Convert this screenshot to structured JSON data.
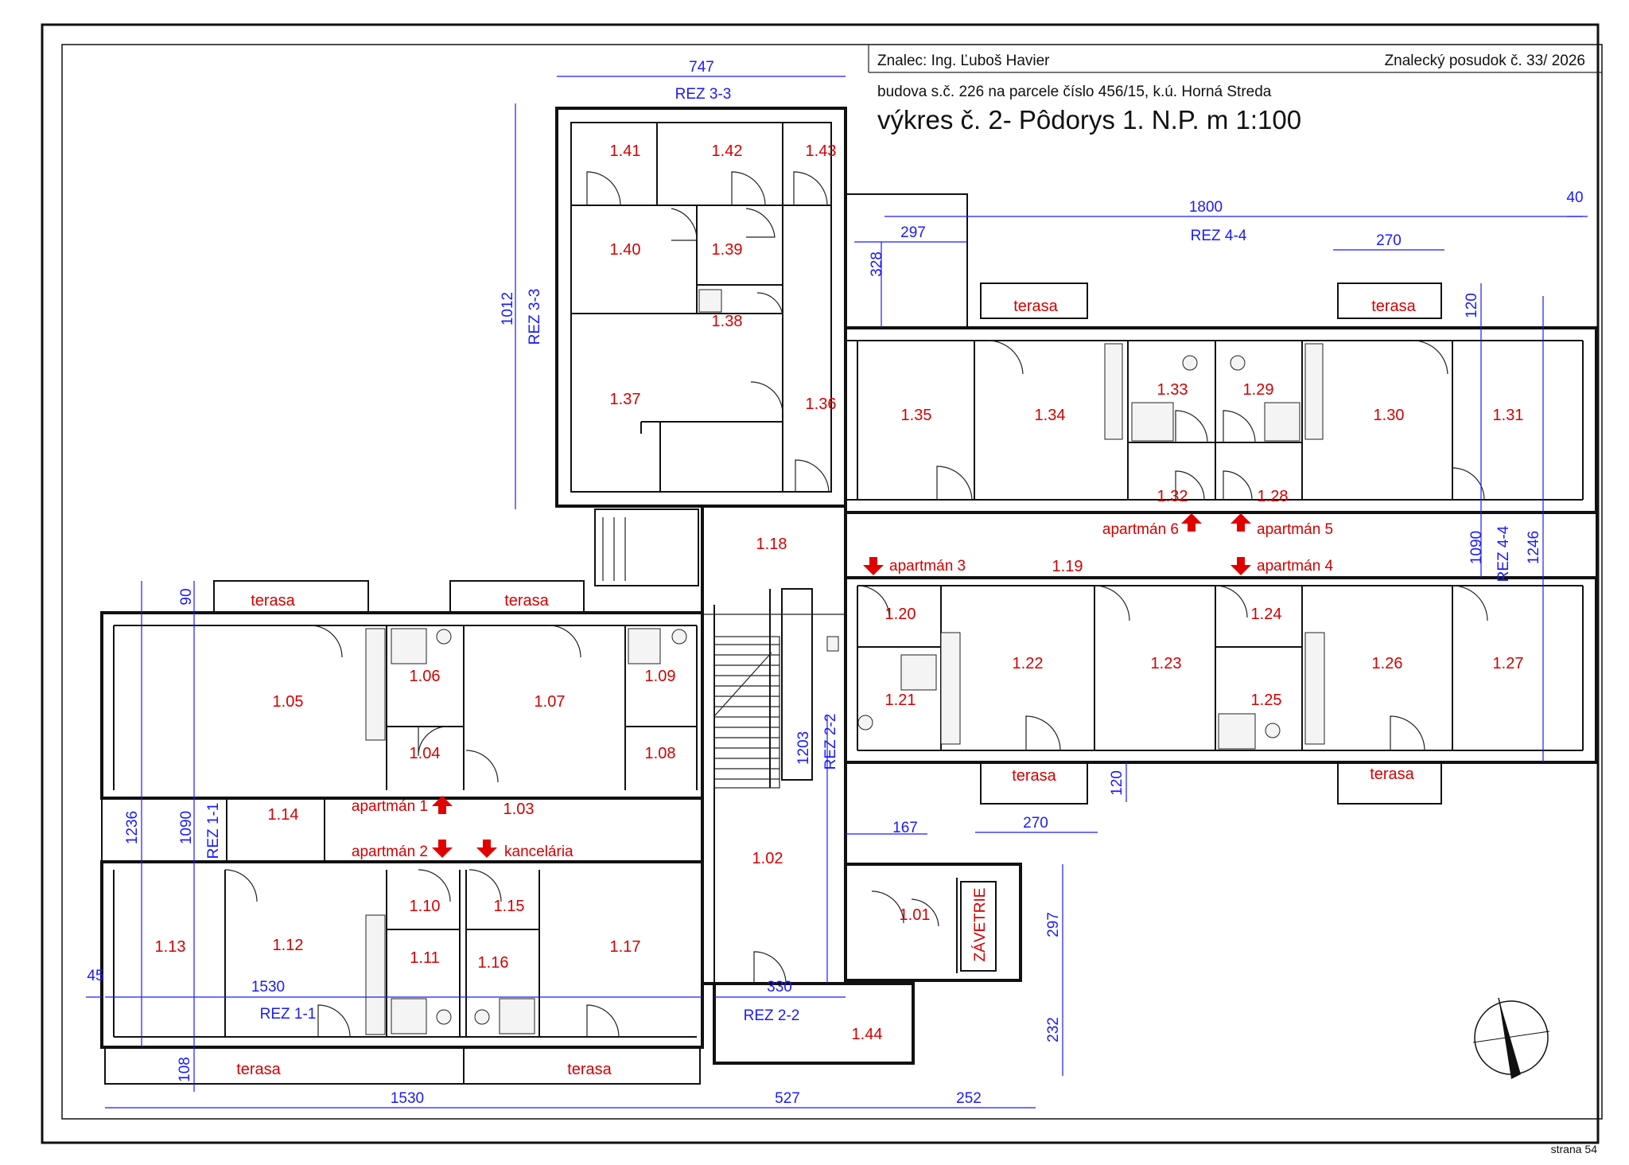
{
  "header": {
    "expert": "Znalec:  Ing. Ľuboš  Havier",
    "report": "Znalecký posudok č. 33/ 2026",
    "building": "budova s.č. 226 na parcele číslo 456/15, k.ú. Horná Streda",
    "drawing_title": "výkres č. 2- Pôdorys 1. N.P.  m 1:100"
  },
  "page_number": "strana 54",
  "rooms": [
    "1.01",
    "1.02",
    "1.03",
    "1.04",
    "1.05",
    "1.06",
    "1.07",
    "1.08",
    "1.09",
    "1.10",
    "1.11",
    "1.12",
    "1.13",
    "1.14",
    "1.15",
    "1.16",
    "1.17",
    "1.18",
    "1.19",
    "1.20",
    "1.21",
    "1.22",
    "1.23",
    "1.24",
    "1.25",
    "1.26",
    "1.27",
    "1.28",
    "1.29",
    "1.30",
    "1.31",
    "1.32",
    "1.33",
    "1.34",
    "1.35",
    "1.36",
    "1.37",
    "1.38",
    "1.39",
    "1.40",
    "1.41",
    "1.42",
    "1.43",
    "1.44"
  ],
  "terrace_label": "terasa",
  "annotations": {
    "apt1": "apartmán 1",
    "apt2": "apartmán 2",
    "apt3": "apartmán 3",
    "apt4": "apartmán 4",
    "apt5": "apartmán 5",
    "apt6": "apartmán 6",
    "office": "kancelária",
    "vestibule": "ZÁVETRIE"
  },
  "dimensions": {
    "d747": "747",
    "d1800": "1800",
    "d40": "40",
    "d297a": "297",
    "d328": "328",
    "d270a": "270",
    "d120a": "120",
    "d1012": "1012",
    "d1090a": "1090",
    "d1246": "1246",
    "d90": "90",
    "d1236": "1236",
    "d1090b": "1090",
    "d45": "45",
    "d1530a": "1530",
    "d330": "330",
    "d1203": "1203",
    "d167": "167",
    "d270b": "270",
    "d120b": "120",
    "d297b": "297",
    "d232": "232",
    "d108": "108",
    "d1530b": "1530",
    "d527": "527",
    "d252": "252"
  },
  "sections": {
    "r33a": "REZ 3-3",
    "r33b": "REZ 3-3",
    "r44a": "REZ 4-4",
    "r44b": "REZ 4-4",
    "r11a": "REZ 1-1",
    "r11b": "REZ 1-1",
    "r22a": "REZ 2-2",
    "r22b": "REZ 2-2"
  },
  "colors": {
    "room_labels": "#d40000",
    "dimensions": "#1a1aff",
    "walls": "#111111",
    "arrows": "#e00000"
  }
}
